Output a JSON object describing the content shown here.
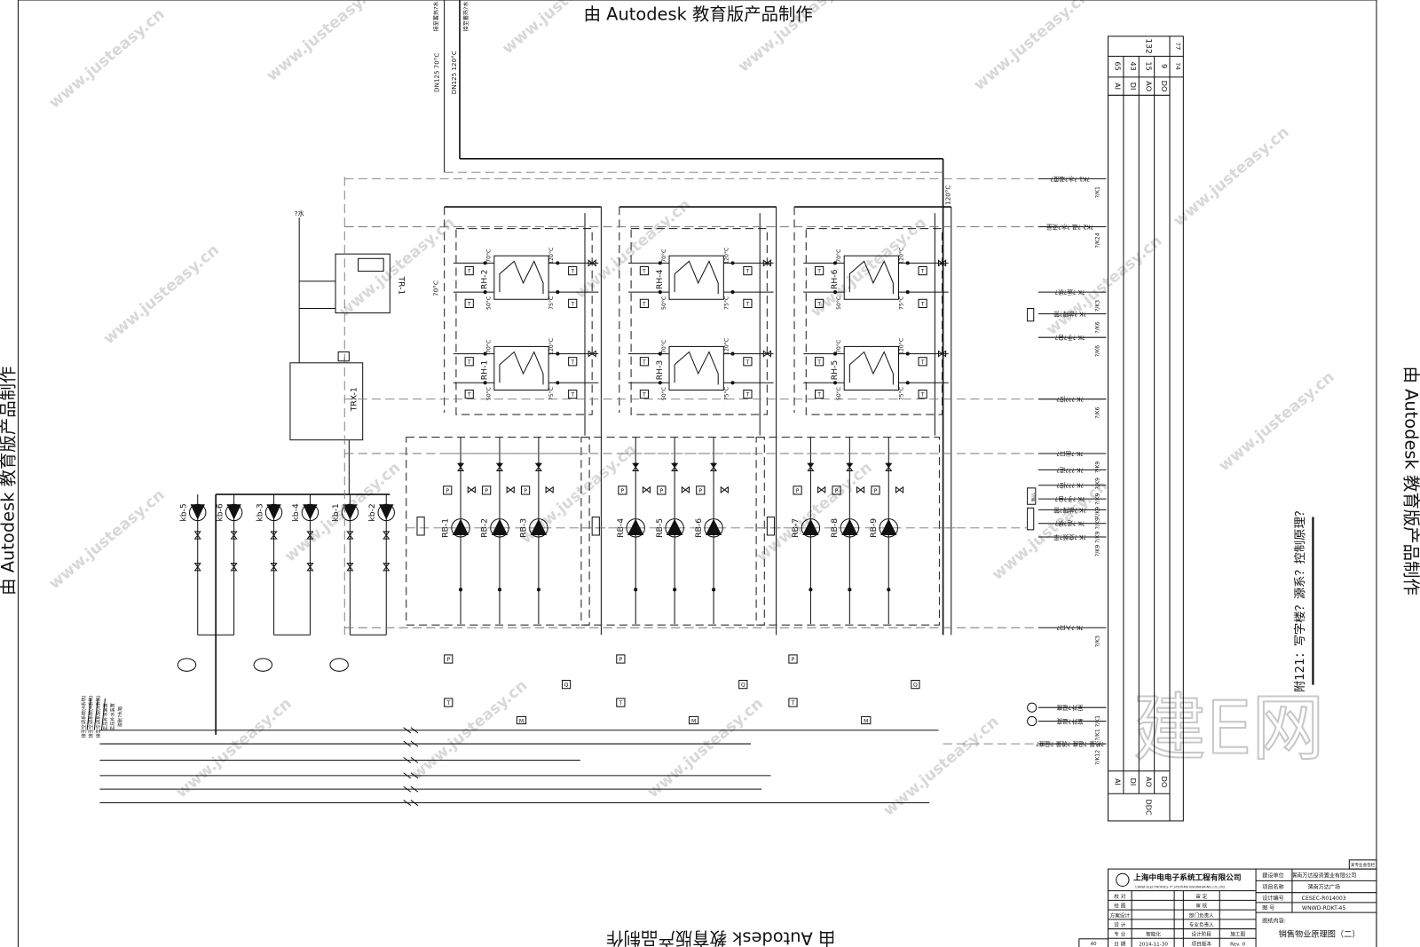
{
  "autodesk_notice": "由 Autodesk 教育版产品制作",
  "site_watermark": "www.justeasy.cn",
  "brand_watermark": "建E网",
  "note": "附121：写字楼？源系？控制原理？",
  "supply_pipes": {
    "pipe_a": "DN125 70°C",
    "pipe_b": "DN125 120°C",
    "dest_a": "接至蓄热?水",
    "dest_b": "接至蓄热?水",
    "header_temp": "120°C",
    "return_temp": "70°C"
  },
  "equipment": {
    "tank": "TR-1",
    "exchanger_tank": "TRX-1",
    "vent_label": "?水"
  },
  "exchangers": [
    {
      "id": "RH-2",
      "cold_in": "70°C",
      "cold_out": "50°C",
      "hot_in": "120°C",
      "hot_out": "75°C"
    },
    {
      "id": "RH-1",
      "cold_in": "70°C",
      "cold_out": "50°C",
      "hot_in": "120°C",
      "hot_out": "75°C"
    },
    {
      "id": "RH-4",
      "cold_in": "70°C",
      "cold_out": "50°C",
      "hot_in": "120°C",
      "hot_out": "75°C"
    },
    {
      "id": "RH-3",
      "cold_in": "70°C",
      "cold_out": "50°C",
      "hot_in": "120°C",
      "hot_out": "75°C"
    },
    {
      "id": "RH-6",
      "cold_in": "70°C",
      "cold_out": "50°C",
      "hot_in": "120°C",
      "hot_out": "75°C"
    },
    {
      "id": "RH-5",
      "cold_in": "70°C",
      "cold_out": "50°C",
      "hot_in": "120°C",
      "hot_out": "75°C"
    }
  ],
  "circulation_pumps": [
    "RB-1",
    "RB-2",
    "RB-3",
    "RB-4",
    "RB-5",
    "RB-6",
    "RB-7",
    "RB-8",
    "RB-9"
  ],
  "makeup_pumps": [
    "kb-5",
    "kb-6",
    "kb-3",
    "kb-4",
    "kb-1",
    "kb-2"
  ],
  "sensor_labels": {
    "temperature": "T",
    "pressure": "P",
    "flow": "Q",
    "meter": "M",
    "control_box": "?/?箱"
  },
  "left_branch_labels": [
    "接至空调系统(4系统)",
    "接至空调系统(4系统)",
    "接至空调系统(4系统)",
    "定压补水装置",
    "定压补水装置",
    "膨胀?水箱"
  ],
  "right_signal_labels": [
    {
      "text": "?K1 ?水?温度?",
      "tag": "?/K1"
    },
    {
      "text": "?K2 ?温 ?水?流量",
      "tag": "?/K24"
    },
    {
      "text": "?K ?运?状?",
      "tag": "?/K3"
    },
    {
      "text": "?K ?故障?警",
      "tag": "?/K6"
    },
    {
      "text": "?K ?手?自?",
      "tag": "?/K6"
    },
    {
      "text": "?K ???控?",
      "tag": "?/K6"
    },
    {
      "text": "?K ?出口?",
      "tag": "?/K9"
    },
    {
      "text": "?K ???运?",
      "tag": "?/K9"
    },
    {
      "text": "?K ???控?",
      "tag": "?/K9"
    },
    {
      "text": "?K ?手?自?",
      "tag": "?/K9"
    },
    {
      "text": "?K ?故障?警",
      "tag": "?/K9"
    },
    {
      "text": "?K ?运?状?",
      "tag": "?/K9"
    },
    {
      "text": "?K ?变频?率",
      "tag": "?/K9"
    },
    {
      "text": "?K ?入口?",
      "tag": "?/K3"
    },
    {
      "text": "室外?湿度",
      "tag": "?/K1"
    },
    {
      "text": "室外?温度",
      "tag": "?/K1"
    },
    {
      "text": "?热量 ?温度 ?流量 ?温度?",
      "tag": "?/K12"
    }
  ],
  "ddc_table": {
    "total": "132",
    "points": [
      {
        "type": "AI",
        "count": "65"
      },
      {
        "type": "DI",
        "count": "43"
      },
      {
        "type": "AO",
        "count": "15"
      },
      {
        "type": "DO",
        "count": "9"
      }
    ],
    "side_tags": [
      "?7",
      "?4"
    ],
    "footer": "DDC"
  },
  "title_block": {
    "company": "上海中电电子系统工程有限公司",
    "company_sub": "CHINA ELECTRONICS ?? SYSTEMS ENGINEERING CO.,LTD.",
    "countersign": "某专业会签栏",
    "rows_left": [
      {
        "a": "校 对",
        "b": "审 定"
      },
      {
        "a": "绘 图",
        "b": "审 核"
      },
      {
        "a": "方案设计",
        "b": "部门负责人"
      },
      {
        "a": "设 计",
        "b": "专业负责人"
      }
    ],
    "discipline_label": "专 业",
    "discipline": "智能化",
    "stage_label": "设计阶段",
    "stage": "施工图",
    "date_label": "日 期",
    "date": "2014-11-30",
    "version_label": "项目版本",
    "version": "Rev. 0",
    "sheet_size": "A0",
    "client_label": "建设单位",
    "client": "渭南万达投资置业有限公司",
    "project_label": "项目名称",
    "project": "渭南万达广场",
    "design_no_label": "设计编号",
    "design_no": "CESEC-R014003",
    "drawing_no_label": "图 号",
    "drawing_no": "WNWD-RDKT-45",
    "content_label": "图纸内容:",
    "content": "销售物业原理图（二）"
  }
}
